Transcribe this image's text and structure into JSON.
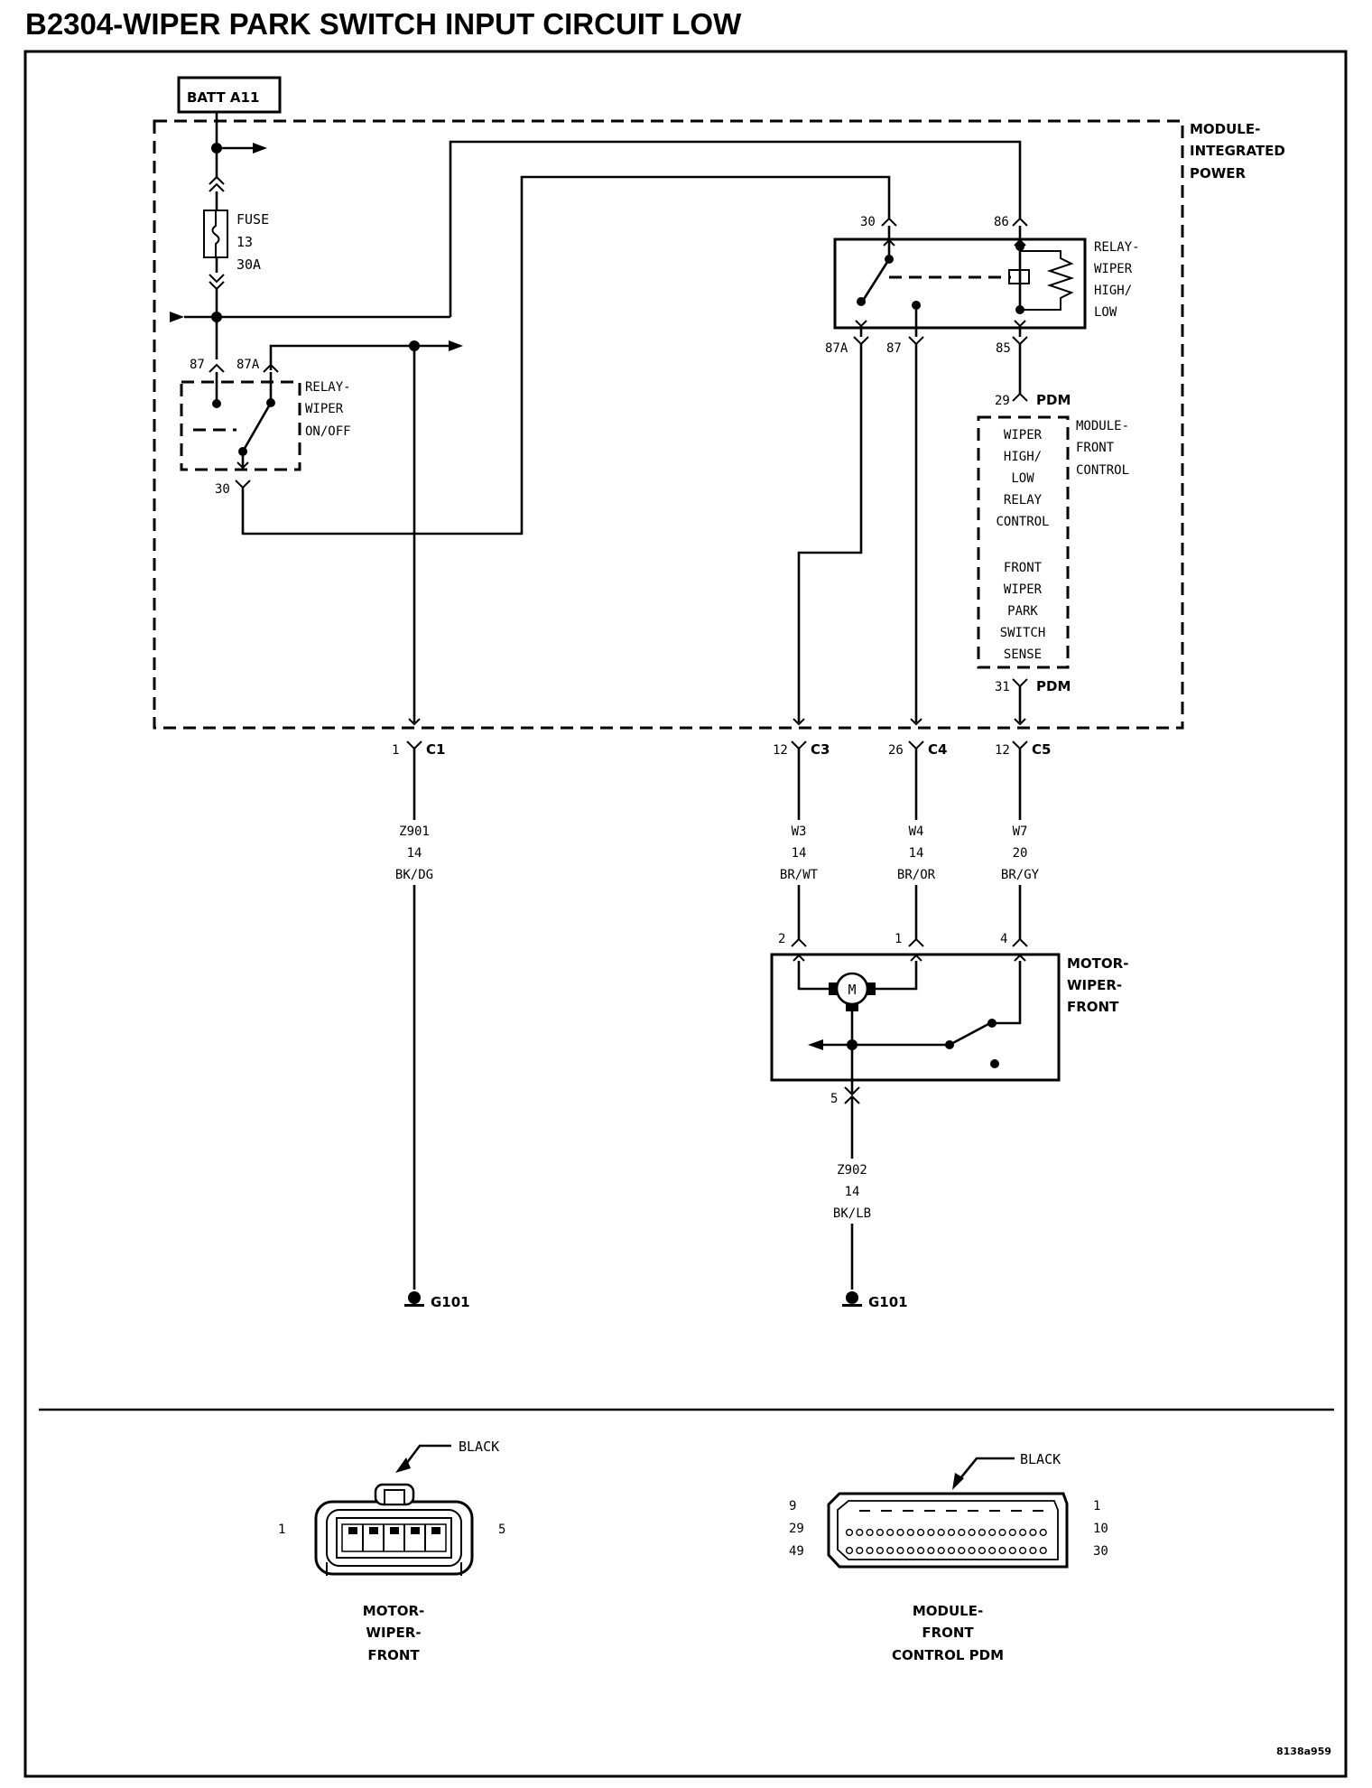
{
  "title": "B2304-WIPER PARK SWITCH INPUT CIRCUIT LOW",
  "batt": "BATT A11",
  "modules": {
    "integrated_power": [
      "MODULE-",
      "INTEGRATED",
      "POWER"
    ],
    "front_control": [
      "MODULE-",
      "FRONT",
      "CONTROL"
    ],
    "fcm_functions": [
      "WIPER",
      "HIGH/",
      "LOW",
      "RELAY",
      "CONTROL",
      "",
      "FRONT",
      "WIPER",
      "PARK",
      "SWITCH",
      "SENSE"
    ]
  },
  "fuse": [
    "FUSE",
    "13",
    "30A"
  ],
  "relay_onoff": {
    "label": [
      "RELAY-",
      "WIPER",
      "ON/OFF"
    ],
    "pin_87": "87",
    "pin_87a": "87A",
    "pin_30": "30"
  },
  "relay_highlow": {
    "label": [
      "RELAY-",
      "WIPER",
      "HIGH/",
      "LOW"
    ],
    "pin_30": "30",
    "pin_86": "86",
    "pin_87a": "87A",
    "pin_87": "87",
    "pin_85": "85"
  },
  "pdm_pins": {
    "pin_29": "29",
    "pin_31": "31",
    "suffix": "PDM"
  },
  "connectors": [
    {
      "pin": "1",
      "name": "C1"
    },
    {
      "pin": "12",
      "name": "C3"
    },
    {
      "pin": "26",
      "name": "C4"
    },
    {
      "pin": "12",
      "name": "C5"
    }
  ],
  "wires": [
    {
      "code": "Z901",
      "gauge": "14",
      "color": "BK/DG"
    },
    {
      "code": "W3",
      "gauge": "14",
      "color": "BR/WT"
    },
    {
      "code": "W4",
      "gauge": "14",
      "color": "BR/OR"
    },
    {
      "code": "W7",
      "gauge": "20",
      "color": "BR/GY"
    },
    {
      "code": "Z902",
      "gauge": "14",
      "color": "BK/LB"
    }
  ],
  "motor": {
    "label": [
      "MOTOR-",
      "WIPER-",
      "FRONT"
    ],
    "pin_2": "2",
    "pin_1": "1",
    "pin_4": "4",
    "pin_5": "5",
    "symbol": "M"
  },
  "grounds": [
    "G101",
    "G101"
  ],
  "connector_views": {
    "motor": {
      "color_label": "BLACK",
      "pin_left": "1",
      "pin_right": "5",
      "caption": [
        "MOTOR-",
        "WIPER-",
        "FRONT"
      ]
    },
    "module": {
      "color_label": "BLACK",
      "left_pins": [
        "9",
        "29",
        "49"
      ],
      "right_pins": [
        "1",
        "10",
        "30"
      ],
      "caption": [
        "MODULE-",
        "FRONT",
        "CONTROL PDM"
      ]
    }
  },
  "footer_code": "8138a959"
}
